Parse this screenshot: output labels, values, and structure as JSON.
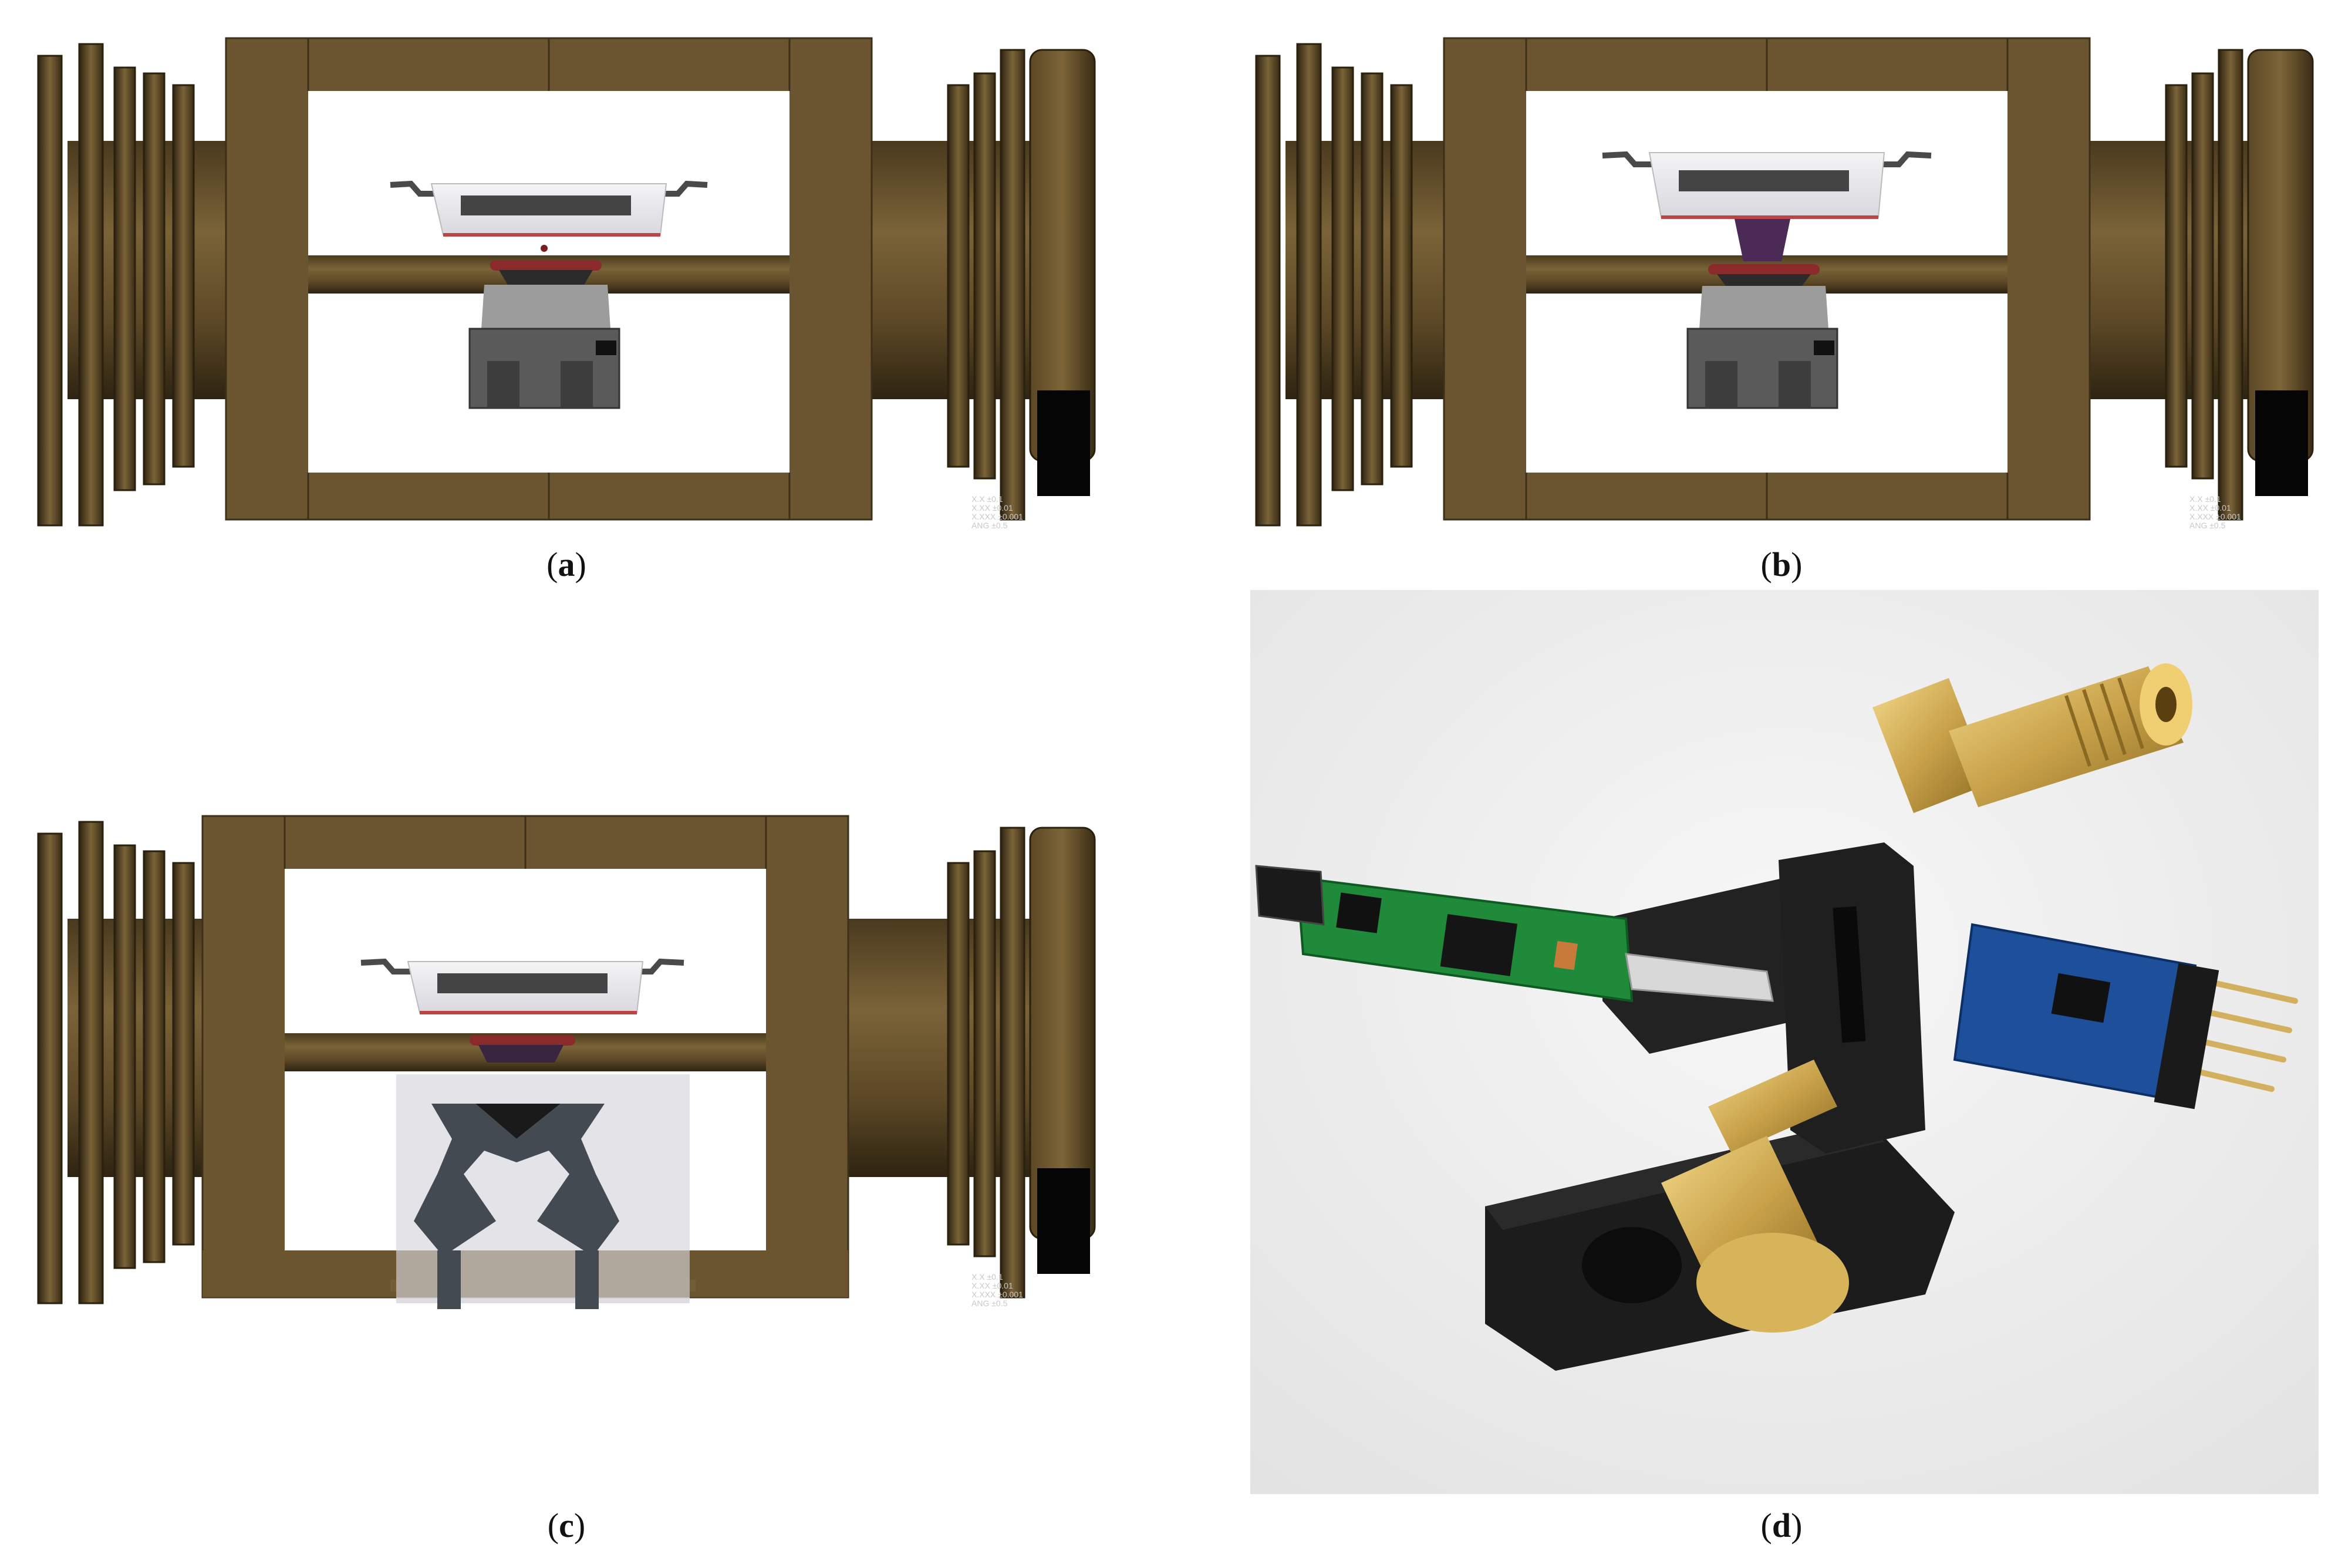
{
  "figure": {
    "panels": [
      {
        "id": "a",
        "caption_letter": "a",
        "kind": "cad-render"
      },
      {
        "id": "b",
        "caption_letter": "b",
        "kind": "cad-render"
      },
      {
        "id": "c",
        "caption_letter": "c",
        "kind": "cad-render"
      },
      {
        "id": "d",
        "caption_letter": "d",
        "kind": "photograph"
      }
    ],
    "tolerance_note": [
      "X.X ±0.1",
      "X.XX ±0.01",
      "X.XXX ±0.001",
      "ANG ±0.5"
    ]
  },
  "colors": {
    "bronze": "#6b5530",
    "bronze_dark": "#3d2f18",
    "bronze_light": "#8a7345",
    "chip_grey": "#5a5a5a",
    "pcb_green": "#1f8a3a",
    "pcb_blue": "#1d4f9a",
    "gold": "#c9a24a",
    "print_black": "#1c1c1c"
  }
}
